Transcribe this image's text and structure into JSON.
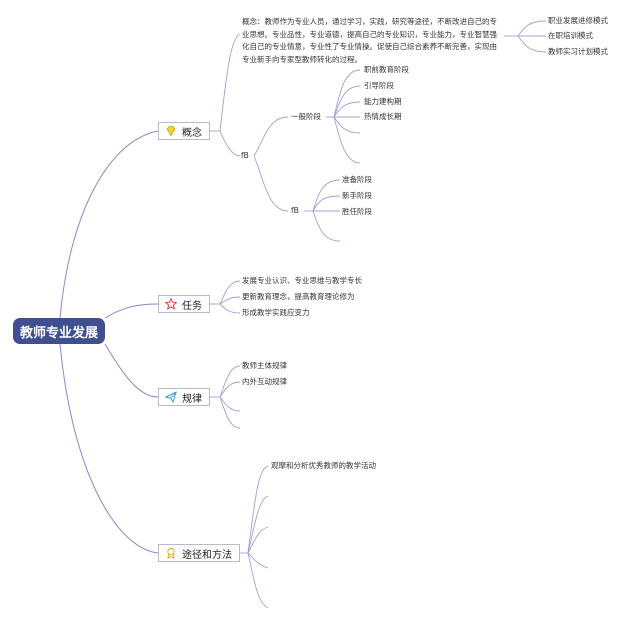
{
  "root": {
    "label": "教师专业发展"
  },
  "branches": {
    "concept": {
      "label": "概念",
      "icon": "diamond-icon",
      "definition": "概念：教师作为专业人员，通过学习，实践，研究等途径，不断改进自己的专业思想。专业品性，专业道德，提高自己的专业知识，专业能力，专业智慧强化自己的专业情意，专业性了专业情操。促使自己综合素养不断完善，实现由专业新手向专家型教师转化的过程。",
      "definition_children": [
        "职业发展进修模式",
        "在职培训模式",
        "教师实习计划模式"
      ],
      "stages_label": "fB",
      "general_stage": {
        "label": "一般阶段",
        "items": [
          "职前教育阶段",
          "引导阶段",
          "能力建构期",
          "热情成长期"
        ]
      },
      "sub_stage": {
        "label": "fB",
        "items": [
          "准备阶段",
          "新手阶段",
          "胜任阶段"
        ]
      }
    },
    "task": {
      "label": "任务",
      "icon": "star-icon",
      "items": [
        "发展专业认识、专业思维与教学专长",
        "更新教育理念，提高教育理论修为",
        "形成教学实践应变力"
      ]
    },
    "law": {
      "label": "规律",
      "icon": "paper-plane-icon",
      "items": [
        "教师主体规律",
        "内外互动规律"
      ]
    },
    "methods": {
      "label": "途径和方法",
      "icon": "ribbon-icon",
      "items": [
        "观摩和分析优秀教师的教学活动"
      ]
    }
  },
  "colors": {
    "root_bg": "#3f4f8f",
    "edge": "#8a88c8",
    "concept_icon": "#e3c21b",
    "task_icon": "#e04040",
    "law_icon": "#2f9fd8",
    "methods_icon": "#d9b224"
  }
}
